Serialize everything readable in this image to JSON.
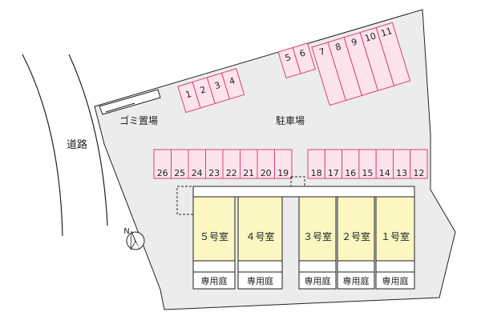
{
  "labels": {
    "road": "道路",
    "garbage": "ゴミ置場",
    "parking": "駐車場",
    "north": "N"
  },
  "parking_spaces": {
    "row_top_left": [
      "1",
      "2",
      "3",
      "4"
    ],
    "row_top_right": [
      "5",
      "6"
    ],
    "row_top_tall": [
      "7",
      "8",
      "9",
      "10",
      "11"
    ],
    "row_bottom_left": [
      "26",
      "25",
      "24",
      "23",
      "22",
      "21",
      "20",
      "19"
    ],
    "row_bottom_right": [
      "18",
      "17",
      "16",
      "15",
      "14",
      "13",
      "12"
    ]
  },
  "units": [
    "５号室",
    "４号室",
    "３号室",
    "２号室",
    "１号室"
  ],
  "gardens": [
    "専用庭",
    "専用庭",
    "専用庭",
    "専用庭",
    "専用庭"
  ],
  "colors": {
    "lot": "#ececec",
    "parking_fill": "#fde4ec",
    "parking_stroke": "#d9436a",
    "unit_fill": "#fbf6c2",
    "outline": "#222222"
  }
}
